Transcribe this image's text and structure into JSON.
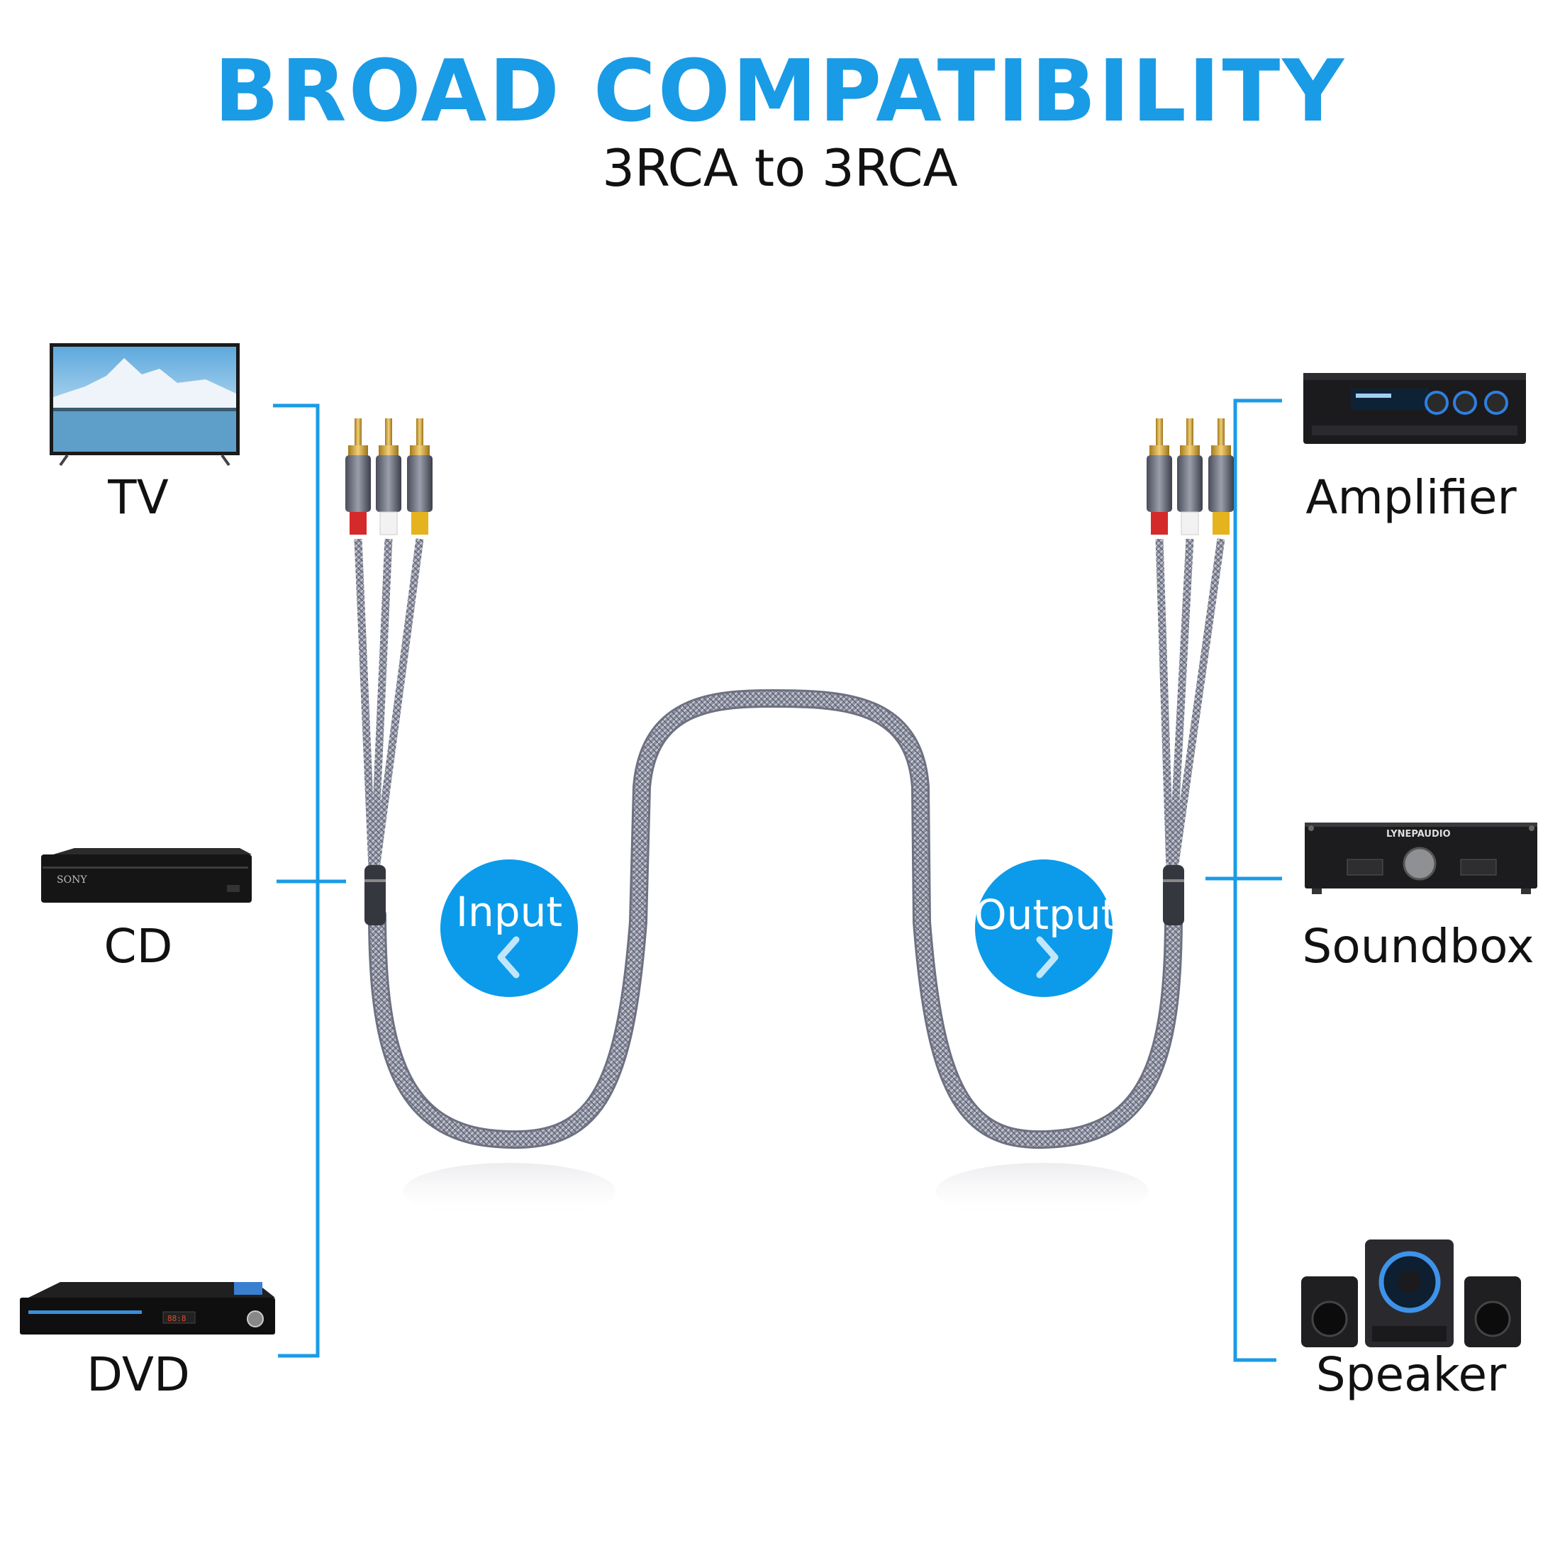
{
  "title": "BROAD COMPATIBILITY",
  "subtitle": "3RCA to 3RCA",
  "colors": {
    "accent": "#1a9be6",
    "bubble": "#0b9bea",
    "cable": "#8a8d9c",
    "rca_red": "#d42a2a",
    "rca_white": "#f2f2f2",
    "rca_yellow": "#e5b31d",
    "gold": "#d4a437"
  },
  "input": {
    "label": "Input",
    "icon": "chevron-left-icon"
  },
  "output": {
    "label": "Output",
    "icon": "chevron-right-icon"
  },
  "left_devices": [
    {
      "label": "TV",
      "icon": "tv-icon"
    },
    {
      "label": "CD",
      "icon": "cd-player-icon"
    },
    {
      "label": "DVD",
      "icon": "dvd-player-icon"
    }
  ],
  "right_devices": [
    {
      "label": "Amplifier",
      "icon": "amplifier-icon"
    },
    {
      "label": "Soundbox",
      "icon": "soundbox-icon"
    },
    {
      "label": "Speaker",
      "icon": "speaker-icon"
    }
  ]
}
